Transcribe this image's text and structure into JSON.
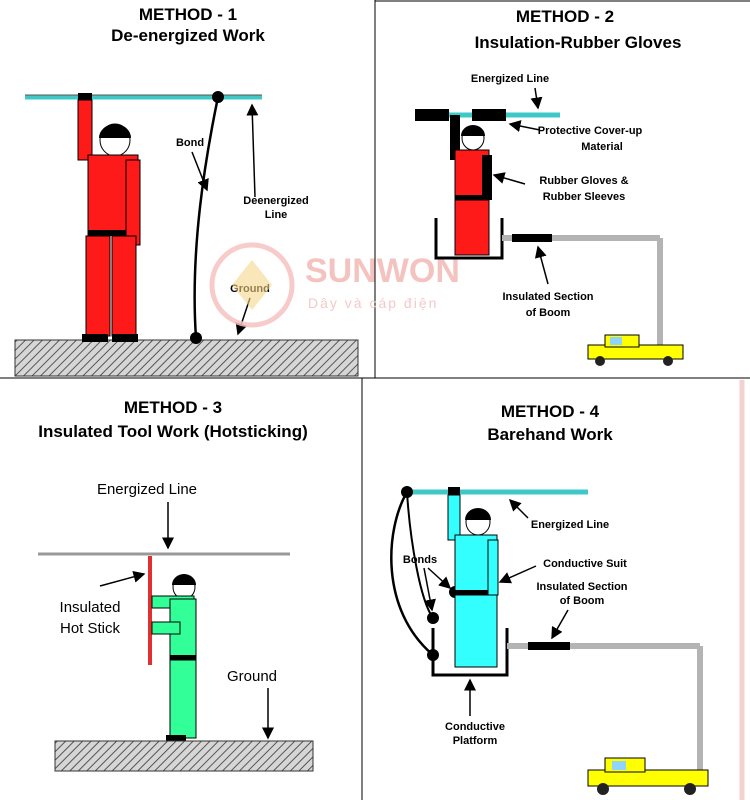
{
  "panels": [
    {
      "title_line1": "METHOD - 1",
      "title_line2": "De-energized Work",
      "labels": {
        "bond": "Bond",
        "deenergized_line_1": "Deenergized",
        "deenergized_line_2": "Line",
        "ground": "Ground"
      },
      "worker_color": "#ff1a1a"
    },
    {
      "title_line1": "METHOD - 2",
      "title_line2": "Insulation-Rubber Gloves",
      "labels": {
        "energized_line": "Energized Line",
        "cover_1": "Protective Cover-up",
        "cover_2": "Material",
        "gloves_1": "Rubber Gloves &",
        "gloves_2": "Rubber Sleeves",
        "boom_1": "Insulated Section",
        "boom_2": "of Boom"
      },
      "worker_color": "#ff1a1a"
    },
    {
      "title_line1": "METHOD - 3",
      "title_line2": "Insulated Tool Work (Hotsticking)",
      "labels": {
        "energized_line": "Energized Line",
        "stick_1": "Insulated",
        "stick_2": "Hot Stick",
        "ground": "Ground"
      },
      "worker_color": "#33ff99"
    },
    {
      "title_line1": "METHOD - 4",
      "title_line2": "Barehand Work",
      "labels": {
        "energized_line": "Energized Line",
        "bonds": "Bonds",
        "suit": "Conductive Suit",
        "boom_1": "Insulated Section",
        "boom_2": "of Boom",
        "platform_1": "Conductive",
        "platform_2": "Platform"
      },
      "worker_color": "#33ffff"
    }
  ],
  "watermark": {
    "brand": "SUNWON",
    "tagline": "Dây và cáp điện"
  },
  "colors": {
    "line": "#3fc8c8",
    "truck": "#ffff00",
    "boom": "#b4b4b4",
    "ground_hatch": "#555555"
  }
}
